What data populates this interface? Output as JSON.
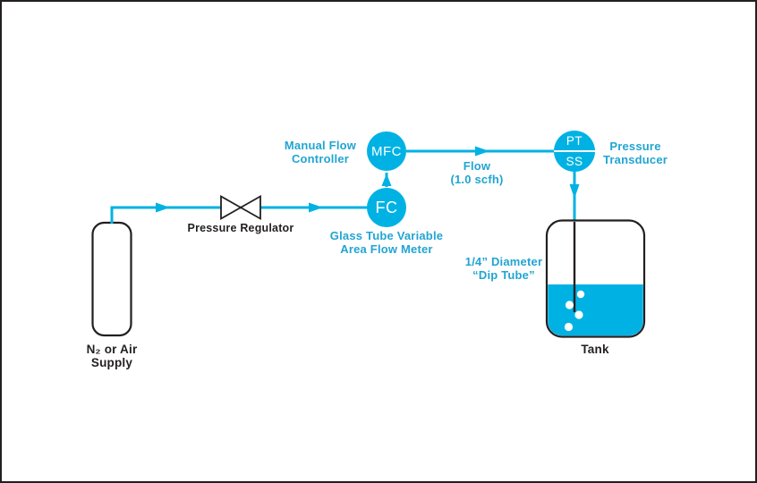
{
  "colors": {
    "cyan": "#00b2e3",
    "cyanText": "#21a5d2",
    "ink": "#231f20"
  },
  "diagram": {
    "supply": {
      "line1": "N₂ or Air",
      "line2": "Supply"
    },
    "pressure_regulator": {
      "label": "Pressure Regulator"
    },
    "manual_flow_controller": {
      "line1": "Manual Flow",
      "line2": "Controller"
    },
    "mfc_node": {
      "label": "MFC"
    },
    "fc_node": {
      "label": "FC"
    },
    "glass_tube_meter": {
      "line1": "Glass Tube Variable",
      "line2": "Area Flow Meter"
    },
    "flow": {
      "line1": "Flow",
      "line2": "(1.0 scfh)"
    },
    "pt_ss_node": {
      "top": "PT",
      "bottom": "SS"
    },
    "pressure_transducer": {
      "line1": "Pressure",
      "line2": "Transducer"
    },
    "dip_tube": {
      "line1": "1/4” Diameter",
      "line2": "“Dip Tube”"
    },
    "tank": {
      "label": "Tank"
    }
  }
}
